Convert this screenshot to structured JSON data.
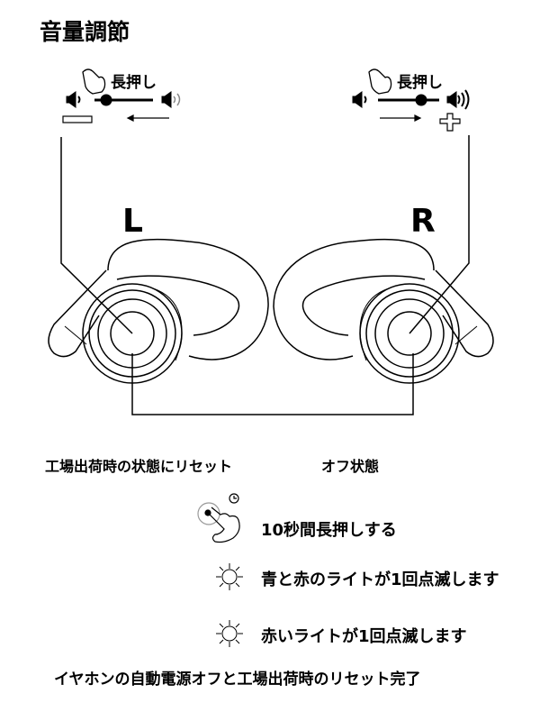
{
  "title": "音量調節",
  "left": {
    "label": "L",
    "action": "長押し",
    "icons": [
      "hand-press-icon",
      "speaker-low-icon",
      "speaker-high-icon",
      "minus-icon",
      "arrow-left-icon"
    ]
  },
  "right": {
    "label": "R",
    "action": "長押し",
    "icons": [
      "hand-press-icon",
      "speaker-low-icon",
      "speaker-high-icon",
      "plus-icon",
      "arrow-right-icon"
    ]
  },
  "reset_title": "工場出荷時の状態にリセット",
  "off_state": "オフ状態",
  "steps": [
    {
      "icon": "hand-timer-icon",
      "text": "10秒間長押しする"
    },
    {
      "icon": "light-icon",
      "text": "青と赤のライトが1回点滅します"
    },
    {
      "icon": "light-icon",
      "text": "赤いライトが1回点滅します"
    }
  ],
  "footer": "イヤホンの自動電源オフと工場出荷時のリセット完了"
}
